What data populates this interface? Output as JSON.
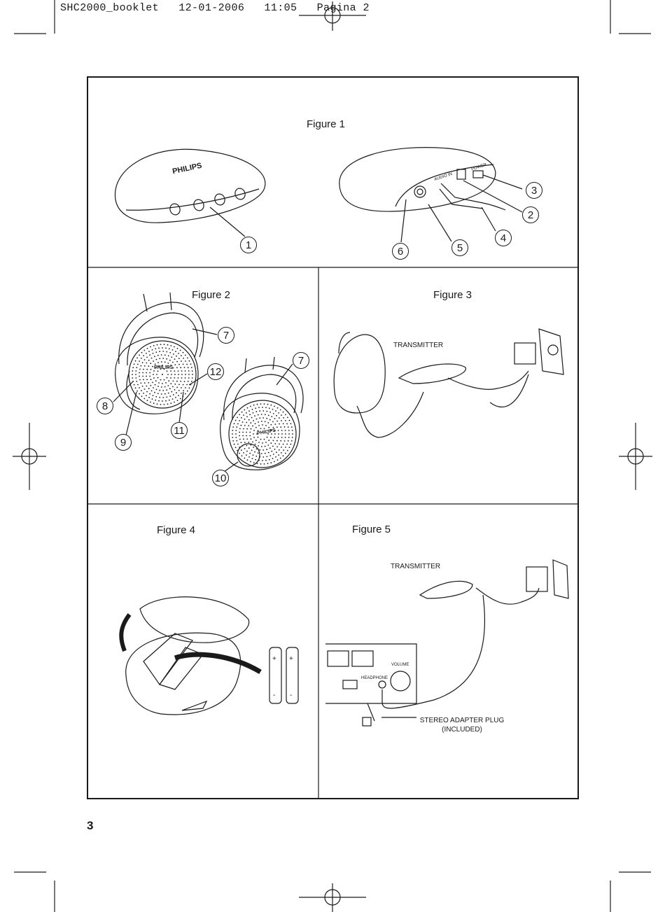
{
  "header": {
    "slug": "SHC2000_booklet   12-01-2006   11:05   Pagina 2"
  },
  "page_number": "3",
  "figures": [
    {
      "title": "Figure 1",
      "callouts": [
        "1",
        "2",
        "3",
        "4",
        "5",
        "6"
      ],
      "brand": "PHILIPS",
      "jack_labels": [
        "AUDIO IN",
        "POWER"
      ]
    },
    {
      "title": "Figure 2",
      "callouts": [
        "7",
        "8",
        "9",
        "10",
        "11",
        "12",
        "7"
      ],
      "brand": "PHILIPS"
    },
    {
      "title": "Figure 3",
      "labels": {
        "transmitter": "TRANSMITTER"
      }
    },
    {
      "title": "Figure 4",
      "battery_marks": [
        "+",
        "-"
      ]
    },
    {
      "title": "Figure 5",
      "labels": {
        "transmitter": "TRANSMITTER",
        "volume": "VOLUME",
        "headphone": "HEADPHONE",
        "adapter_line1": "STEREO ADAPTER PLUG",
        "adapter_line2": "(INCLUDED)"
      }
    }
  ]
}
